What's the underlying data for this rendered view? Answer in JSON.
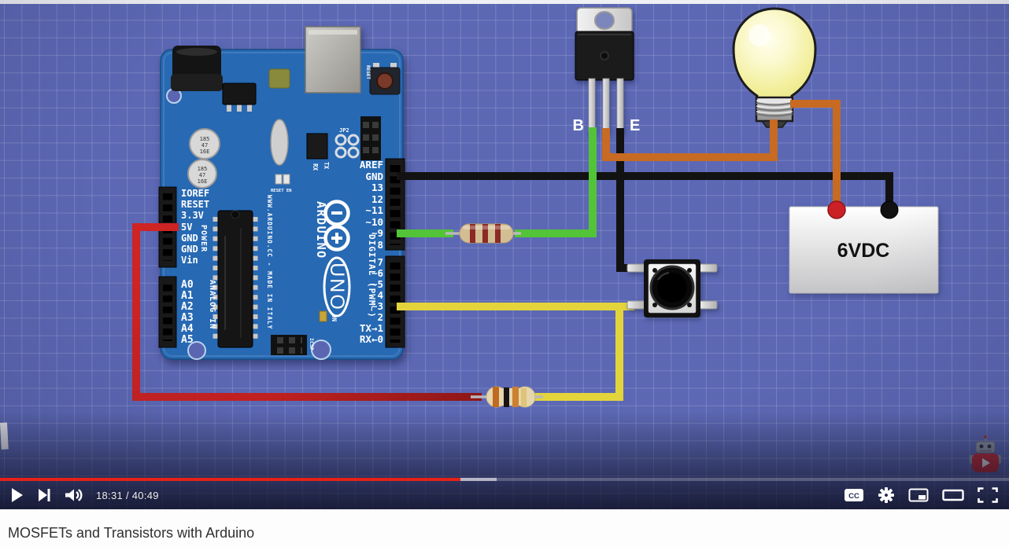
{
  "video": {
    "title": "MOSFETs and Transistors with Arduino"
  },
  "player": {
    "time_display": "18:31 / 40:49",
    "progress_played_percent": 45.6,
    "progress_buffered_percent": 49.2,
    "cc_label": "CC",
    "colors": {
      "progress_red": "#e62117"
    }
  },
  "scene": {
    "background_color": "#5c68b4",
    "transistor": {
      "label_b": "B",
      "label_e": "E"
    },
    "power_supply": {
      "label": "6VDC"
    },
    "wire_colors": {
      "green": "#53c437",
      "yellow": "#e3d43c",
      "red": "#c62424",
      "dark_red": "#8e1717",
      "black": "#121212",
      "orange": "#c76a22"
    },
    "arduino": {
      "brand": "ARDUINO",
      "model": "UNO",
      "digital_pins": [
        "AREF",
        "GND",
        "13",
        "12",
        "~11",
        "~10",
        "~9",
        "8",
        "7",
        "~6",
        "~5",
        "4",
        "~3",
        "2",
        "TX→1",
        "RX←0"
      ],
      "power_pins": [
        "IOREF",
        "RESET",
        "3.3V",
        "5V",
        "GND",
        "GND",
        "Vin"
      ],
      "analog_pins": [
        "A0",
        "A1",
        "A2",
        "A3",
        "A4",
        "A5"
      ],
      "labels": {
        "digital_section": "DIGITAL (PWM~)",
        "power_section": "POWER",
        "analog_section": "ANALOG IN",
        "url_text": "WWW.ARDUINO.CC - MADE IN ITALY",
        "jp2": "JP2",
        "icsp": "ICSP",
        "on": "ON",
        "reset_en": "RESET EN",
        "reset": "RESET",
        "tx": "TX",
        "rx": "RX",
        "cap_line1": "185",
        "cap_line2": "47",
        "cap_line3": "16E"
      }
    }
  }
}
